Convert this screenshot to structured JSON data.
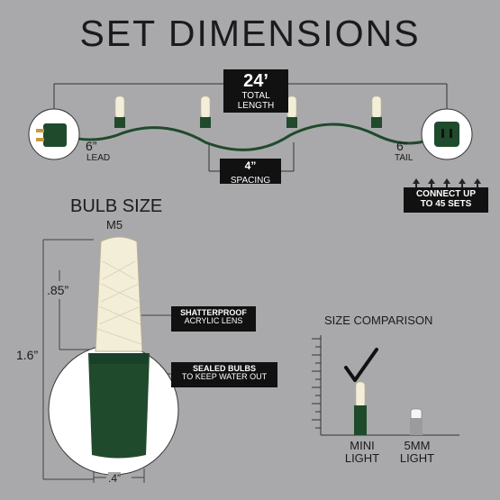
{
  "title": "SET DIMENSIONS",
  "total": {
    "value": "24’",
    "label": "TOTAL LENGTH"
  },
  "spacing": {
    "value": "4”",
    "label": "SPACING"
  },
  "lead": {
    "value": "6”",
    "label": "LEAD"
  },
  "tail": {
    "value": "6”",
    "label": "TAIL"
  },
  "connect": {
    "line1": "CONNECT UP",
    "line2": "TO 45 SETS"
  },
  "bulb": {
    "heading": "BULB SIZE",
    "model": "M5",
    "height_total": "1.6”",
    "height_bulb": ".85”",
    "width": ".4”"
  },
  "callouts": {
    "lens": {
      "line1": "SHATTERPROOF",
      "line2": "ACRYLIC LENS"
    },
    "sealed": {
      "line1": "SEALED BULBS",
      "line2": "TO KEEP WATER OUT"
    }
  },
  "comparison": {
    "heading": "SIZE COMPARISON",
    "mini": [
      "MINI",
      "LIGHT"
    ],
    "fivemm": [
      "5MM",
      "LIGHT"
    ]
  },
  "colors": {
    "background": "#a9a9ab",
    "wire": "#1f4a2c",
    "bulb": "#f3eed8",
    "box": "#111111"
  }
}
